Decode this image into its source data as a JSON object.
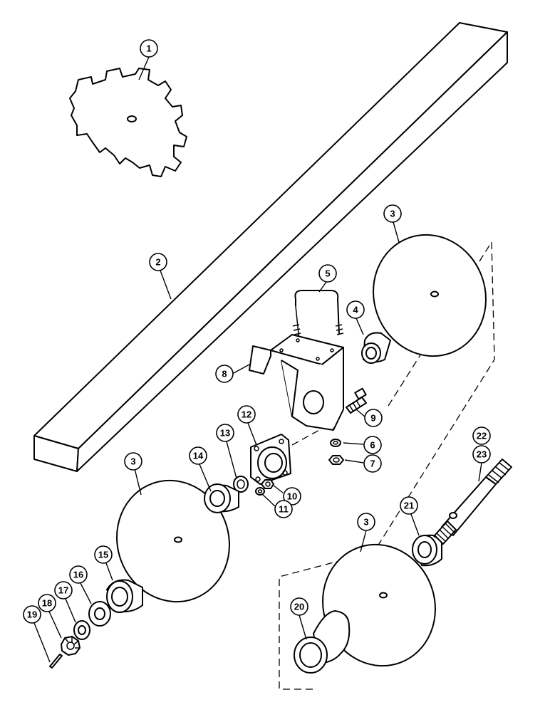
{
  "diagram": {
    "callouts": [
      {
        "id": "c1",
        "label": "1",
        "part": "notched-disc-blade"
      },
      {
        "id": "c2",
        "label": "2",
        "part": "square-gang-shaft"
      },
      {
        "id": "c3a",
        "label": "3",
        "part": "plain-disc-blade"
      },
      {
        "id": "c3b",
        "label": "3",
        "part": "plain-disc-blade"
      },
      {
        "id": "c3c",
        "label": "3",
        "part": "plain-disc-blade"
      },
      {
        "id": "c4",
        "label": "4",
        "part": "spool"
      },
      {
        "id": "c5",
        "label": "5",
        "part": "u-bolt"
      },
      {
        "id": "c6",
        "label": "6",
        "part": "lock-washer"
      },
      {
        "id": "c7",
        "label": "7",
        "part": "hex-nut"
      },
      {
        "id": "c8",
        "label": "8",
        "part": "bearing-hanger"
      },
      {
        "id": "c9",
        "label": "9",
        "part": "bolt"
      },
      {
        "id": "c10",
        "label": "10",
        "part": "hex-nut"
      },
      {
        "id": "c11",
        "label": "11",
        "part": "lock-washer"
      },
      {
        "id": "c12",
        "label": "12",
        "part": "flange-bearing"
      },
      {
        "id": "c13",
        "label": "13",
        "part": "bearing-insert-ring"
      },
      {
        "id": "c14",
        "label": "14",
        "part": "spool"
      },
      {
        "id": "c15",
        "label": "15",
        "part": "end-spool"
      },
      {
        "id": "c16",
        "label": "16",
        "part": "washer"
      },
      {
        "id": "c17",
        "label": "17",
        "part": "washer"
      },
      {
        "id": "c18",
        "label": "18",
        "part": "castle-nut"
      },
      {
        "id": "c19",
        "label": "19",
        "part": "cotter-pin"
      },
      {
        "id": "c20",
        "label": "20",
        "part": "flared-spool"
      },
      {
        "id": "c21",
        "label": "21",
        "part": "spool"
      },
      {
        "id": "c22",
        "label": "22",
        "part": "threaded-shaft"
      },
      {
        "id": "c23",
        "label": "23",
        "part": "threaded-shaft"
      }
    ]
  }
}
